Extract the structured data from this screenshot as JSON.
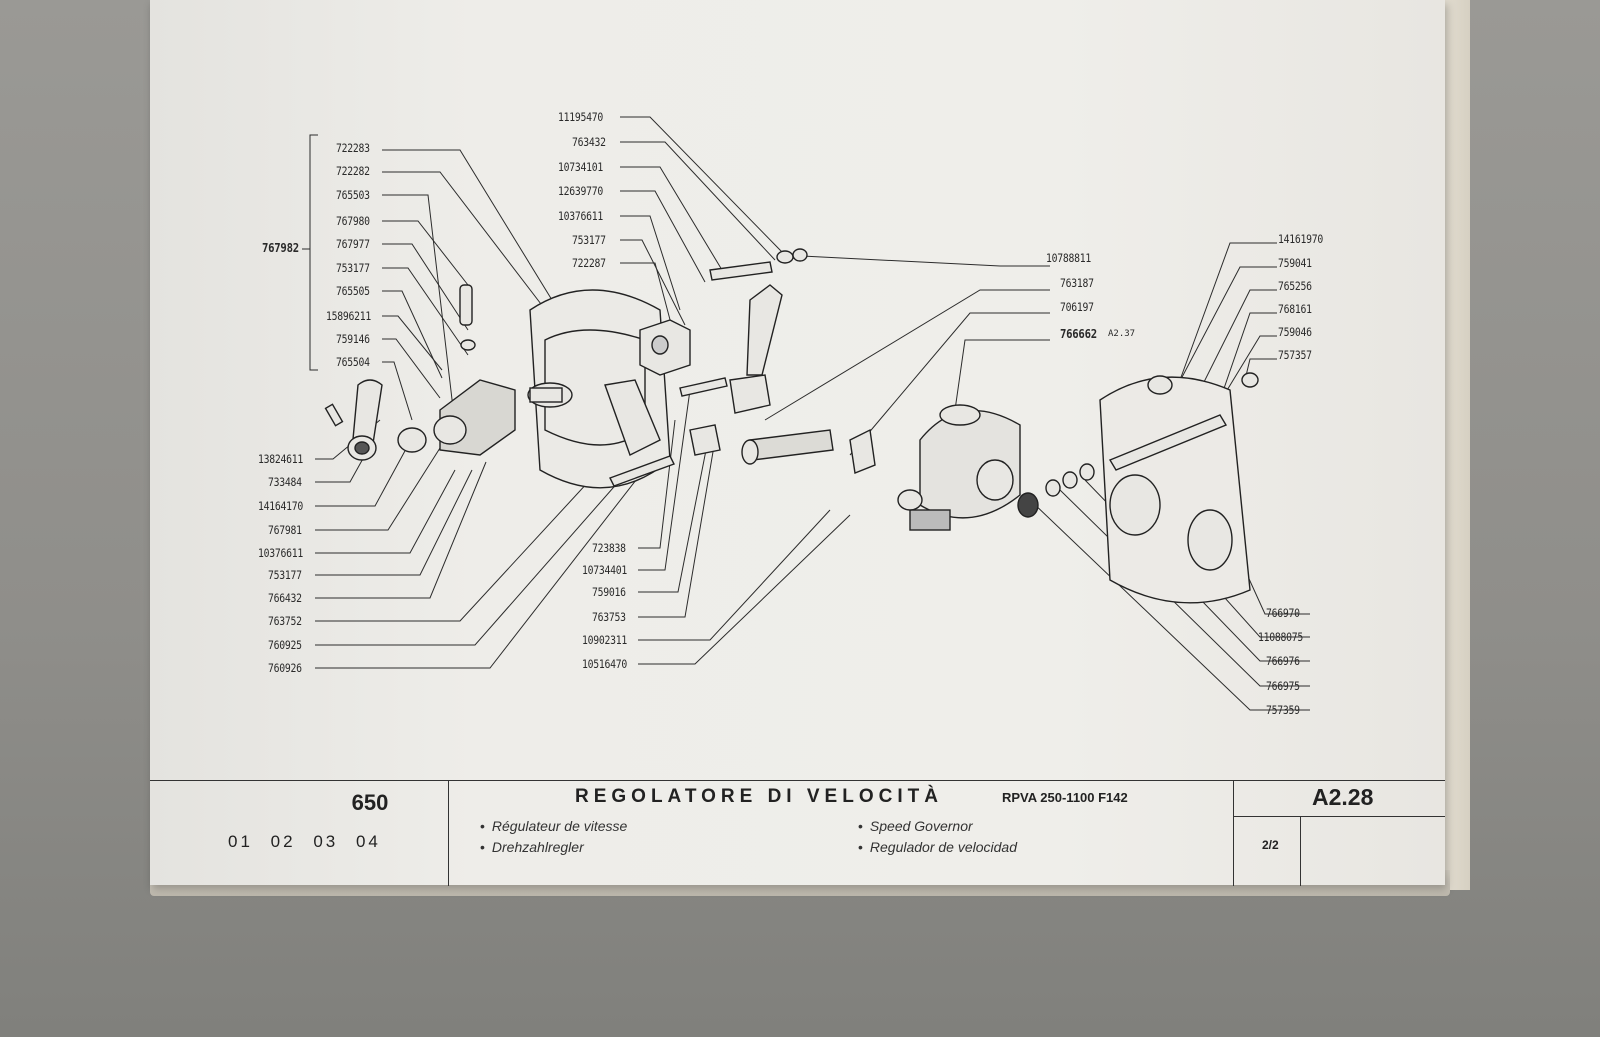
{
  "labels_left": [
    "722283",
    "722282",
    "765503",
    "767980",
    "767977",
    "753177",
    "765505",
    "15896211",
    "759146",
    "765504"
  ],
  "group_label": "767982",
  "labels_left_lower": [
    "13824611",
    "733484",
    "14164170",
    "767981",
    "10376611",
    "753177",
    "766432",
    "763752",
    "760925",
    "760926"
  ],
  "labels_center_top": [
    "11195470",
    "763432",
    "10734101",
    "12639770",
    "10376611",
    "753177",
    "722287"
  ],
  "labels_center_bottom": [
    "723838",
    "10734401",
    "759016",
    "763753",
    "10902311",
    "10516470"
  ],
  "labels_mid_right": [
    "10788811",
    "763187",
    "706197",
    "766662"
  ],
  "cross_ref": "A2.37",
  "labels_right_top": [
    "14161970",
    "759041",
    "765256",
    "768161",
    "759046",
    "757357"
  ],
  "labels_right_bottom": [
    "766970",
    "11088075",
    "766976",
    "766975",
    "757359"
  ],
  "footer": {
    "model": "650",
    "variants": [
      "01",
      "02",
      "03",
      "04"
    ],
    "title": "REGOLATORE DI VELOCITÀ",
    "model_code": "RPVA 250-1100 F142",
    "translations": {
      "fr": "Régulateur de vitesse",
      "de": "Drehzahlregler",
      "en": "Speed Governor",
      "es": "Regulador de velocidad"
    },
    "sheet": "A2.28",
    "page": "2/2"
  }
}
